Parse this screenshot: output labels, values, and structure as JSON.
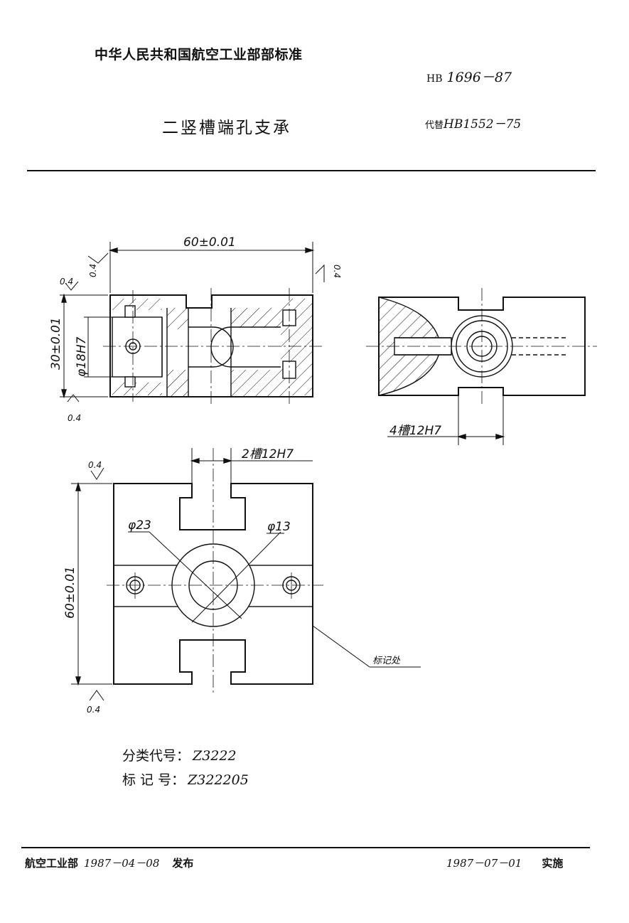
{
  "header": {
    "org": "中华人民共和国航空工业部部标准",
    "code_prefix": "HB",
    "code": "1696－87",
    "title": "二竖槽端孔支承",
    "replace_prefix": "代替",
    "replace": "HB1552－75"
  },
  "drawing": {
    "dim_front_width": "60±0.01",
    "dim_front_height": "30±0.01",
    "dim_bore": "φ18H7",
    "roughness": "0.4",
    "side_slot_label": "4槽12H7",
    "top_slot_label": "2槽12H7",
    "dim_outer_dia": "φ23",
    "dim_inner_dia": "φ13",
    "dim_top_height": "60±0.01",
    "mark_label": "标记处"
  },
  "classification": {
    "category_label": "分类代号：",
    "category_value": "Z3222",
    "mark_no_label": "标 记 号：",
    "mark_no_value": "Z322205"
  },
  "footer": {
    "issuer": "航空工业部",
    "issue_date": "1987－04－08",
    "issue_label": "发布",
    "effective_date": "1987－07－01",
    "effective_label": "实施"
  }
}
